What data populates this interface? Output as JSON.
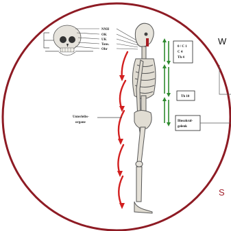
{
  "colors": {
    "circle": "#8e1b24",
    "red_arrow": "#d21f1f",
    "green_arrow": "#2f8a2f",
    "accent_text": "#a11e2a"
  },
  "skull_labels": [
    "NNH",
    "OK",
    "UK",
    "Tons.",
    "Ohr"
  ],
  "spine_boxes": {
    "top": [
      "0 / C 1",
      "C 4",
      "Th 4"
    ],
    "middle": "Th 10",
    "bottom": [
      "Iliosakral-",
      "gelenk"
    ]
  },
  "organ_label": [
    "Unterleibs-",
    "organe"
  ],
  "edge_text": {
    "top_right": "W",
    "bottom_right": "S"
  }
}
